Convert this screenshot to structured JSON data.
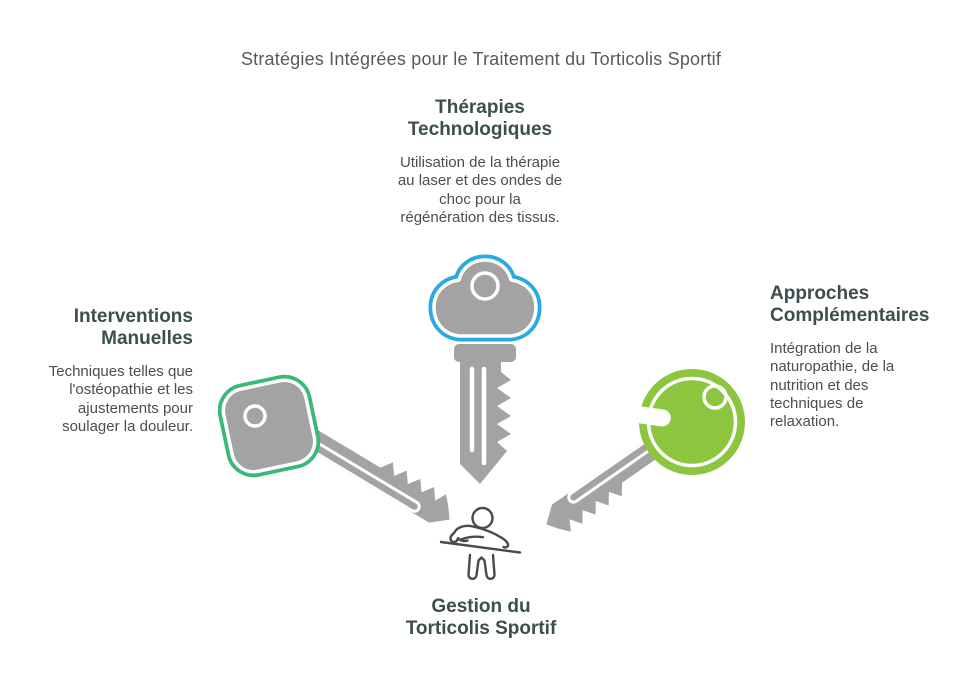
{
  "title": "Stratégies Intégrées pour le Traitement du Torticolis Sportif",
  "nodes": {
    "top": {
      "heading": "Thérapies\nTechnologiques",
      "body": "Utilisation de la thérapie\nau laser et des ondes de\nchoc pour la\nrégénération des tissus.",
      "icon": "cloud-key-icon"
    },
    "left": {
      "heading": "Interventions\nManuelles",
      "body": "Techniques telles que\nl'ostéopathie et les\najustements pour\nsoulager la douleur.",
      "icon": "square-key-icon"
    },
    "right": {
      "heading": "Approches\nComplémentaires",
      "body": "Intégration de la\nnaturopathie, de la\nnutrition et des\ntechniques de\nrelaxation.",
      "icon": "round-key-icon"
    },
    "bottom": {
      "heading": "Gestion du\nTorticolis Sportif",
      "icon": "person-stretching-icon"
    }
  },
  "colors": {
    "key_gray": "#A3A3A3",
    "accent_blue": "#29ABE2",
    "accent_green": "#3BB878",
    "accent_lime": "#8CC63F",
    "heading_text": "#3C4E4E",
    "body_text": "#4D4D4D",
    "title_text": "#58595B",
    "icon_stroke": "#4A4A4A"
  }
}
